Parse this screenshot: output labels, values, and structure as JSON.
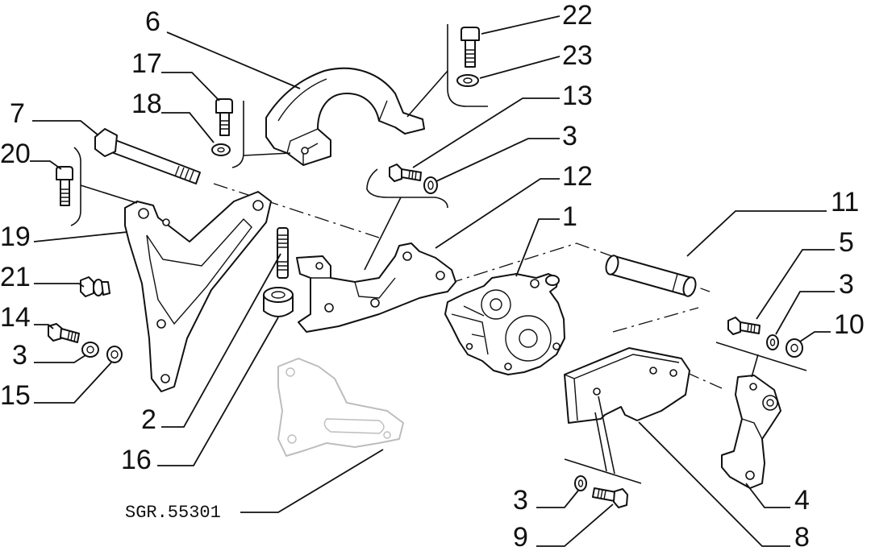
{
  "diagram": {
    "callouts": [
      "6",
      "22",
      "17",
      "23",
      "18",
      "13",
      "7",
      "3",
      "20",
      "12",
      "11",
      "1",
      "19",
      "5",
      "3",
      "21",
      "10",
      "14",
      "3",
      "15",
      "2",
      "16",
      "4",
      "3",
      "9",
      "8"
    ],
    "reference_code": "SGR.55301"
  },
  "colors": {
    "line": "#111111",
    "phantom": "#bdbdbd",
    "background": "#ffffff"
  }
}
